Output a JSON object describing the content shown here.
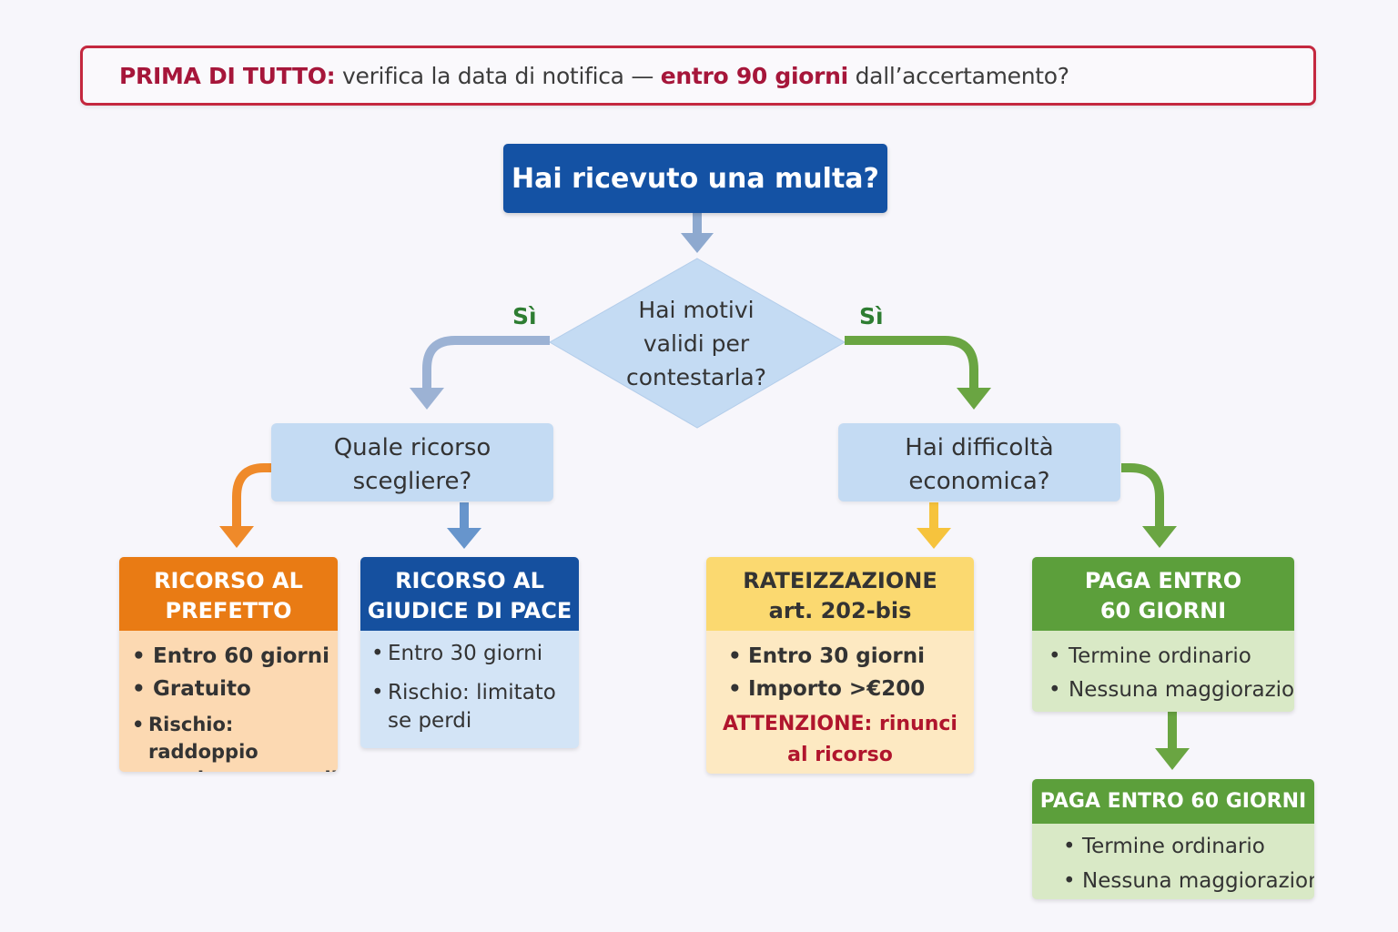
{
  "banner": {
    "prefix": "PRIMA DI TUTTO:",
    "text_1": " verifica la data di notifica — ",
    "highlight": "entro 90 giorni",
    "text_2": " dall’accertamento?"
  },
  "start": {
    "label": "Hai ricevuto una multa?"
  },
  "decision": {
    "lines": [
      "Hai motivi",
      "validi per",
      "contestarla?"
    ],
    "yes_left": "Sì",
    "yes_right": "Sì"
  },
  "questions": {
    "left": {
      "lines": [
        "Quale ricorso",
        "scegliere?"
      ]
    },
    "right": {
      "lines": [
        "Hai difficoltà",
        "economica?"
      ]
    }
  },
  "cards": {
    "prefetto": {
      "title_lines": [
        "RICORSO AL",
        "PREFETTO"
      ],
      "items": [
        "Entro 60 giorni",
        "Gratuito",
        "Rischio: raddoppio sanzione se perdi"
      ]
    },
    "giudice": {
      "title_lines": [
        "RICORSO AL",
        "GIUDICE DI PACE"
      ],
      "items": [
        "Entro 30 giorni",
        "Rischio: limitato se perdi"
      ]
    },
    "rateizzazione": {
      "title_lines": [
        "RATEIZZAZIONE",
        "art. 202-bis"
      ],
      "items": [
        "Entro 30 giorni",
        "Importo >€200"
      ],
      "note_prefix": "ATTENZIONE:",
      "note_text": " rinunci al ricorso"
    },
    "paga": {
      "title_lines": [
        "PAGA ENTRO",
        "60 GIORNI"
      ],
      "items": [
        "Termine ordinario",
        "Nessuna maggiorazione"
      ]
    },
    "paga_repeat": {
      "title": "PAGA ENTRO 60 GIORNI",
      "items": [
        "Termine ordinario",
        "Nessuna maggiorazione"
      ]
    }
  },
  "colors": {
    "banner_border": "#c4283f",
    "start_blue": "#1452a4",
    "decision_fill": "#c4dbf3",
    "orange": "#e97b14",
    "blue_dark": "#15509f",
    "yellow": "#fbd970",
    "green": "#5c9f3b",
    "yes_green": "#2e7d32",
    "warning_red": "#b0152d"
  }
}
